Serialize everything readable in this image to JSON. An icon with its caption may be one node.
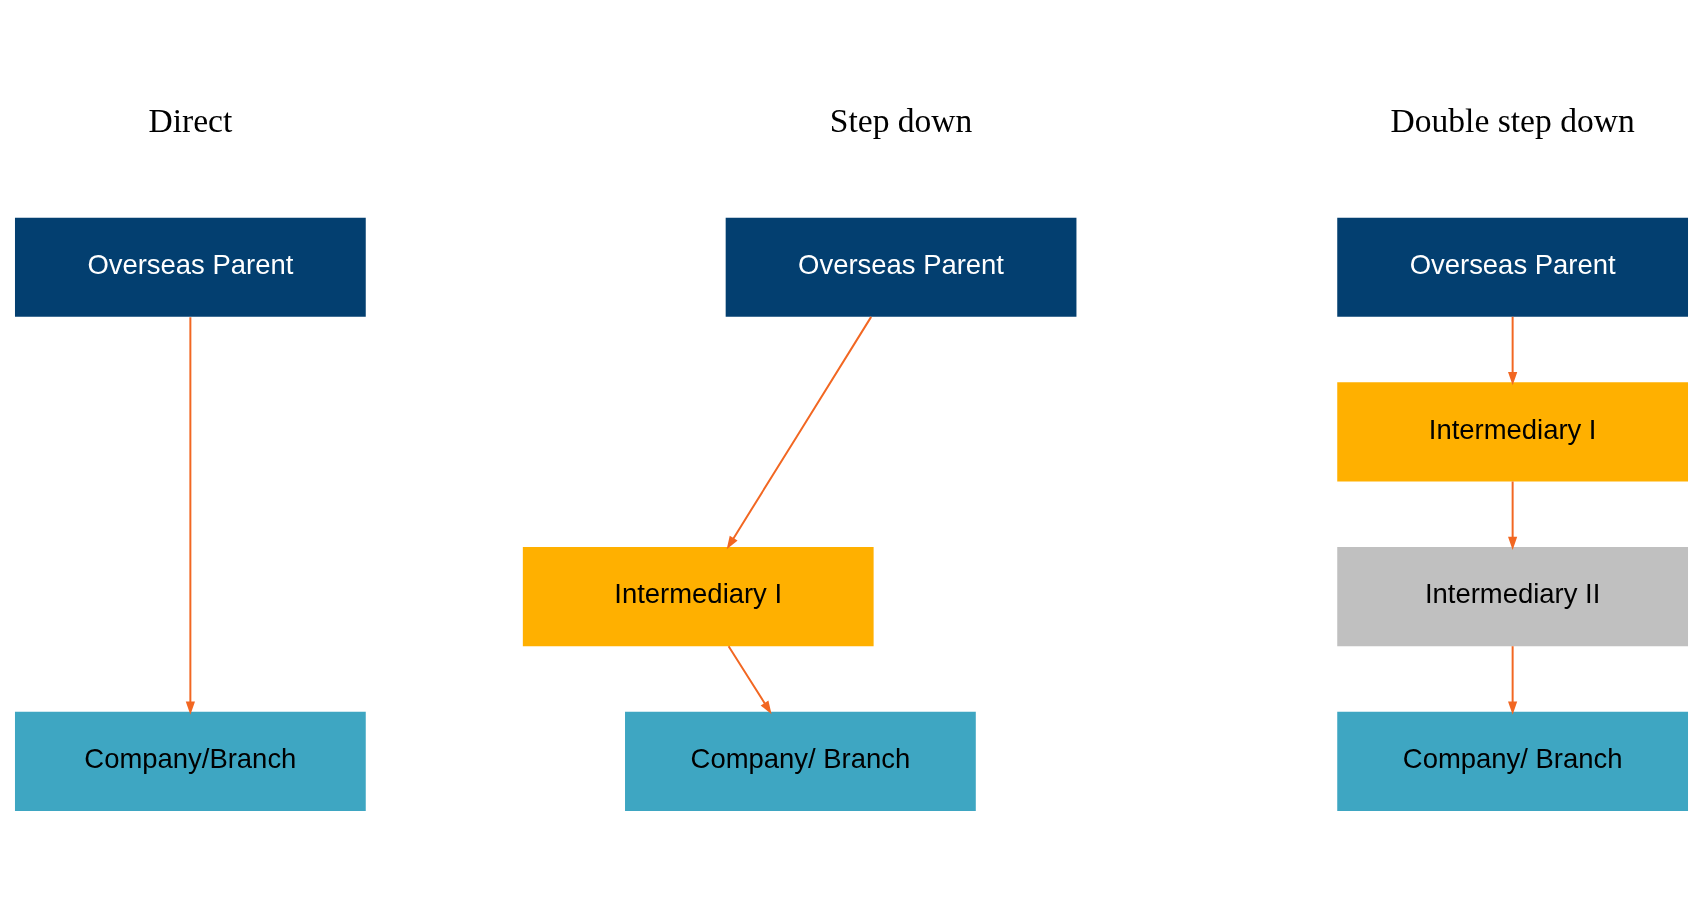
{
  "diagram": {
    "nodes": [
      {
        "text": [
          "Overseas Parent"
        ]
      },
      {
        "text": [
          "Company/Branch"
        ]
      },
      {
        "text": [
          "Overseas Parent"
        ]
      },
      {
        "text": [
          "Intermediary I"
        ]
      },
      {
        "text": [
          "Company/ Branch"
        ]
      },
      {
        "text": [
          "Overseas Parent"
        ]
      },
      {
        "text": [
          "Intermediary I"
        ]
      },
      {
        "text": [
          "Intermediary II"
        ]
      },
      {
        "text": [
          "Company/ Branch"
        ]
      }
    ],
    "edges": [
      {
        "from": 0,
        "to": 1,
        "arrow": "to"
      },
      {
        "from": 2,
        "to": 3,
        "arrow": "to"
      },
      {
        "from": 3,
        "to": 4,
        "arrow": "to"
      },
      {
        "from": 5,
        "to": 6,
        "arrow": "to"
      },
      {
        "from": 6,
        "to": 7,
        "arrow": "to"
      },
      {
        "from": 7,
        "to": 8,
        "arrow": "to"
      }
    ],
    "labels": [
      "Direct",
      "Step down",
      "Double step down"
    ]
  }
}
